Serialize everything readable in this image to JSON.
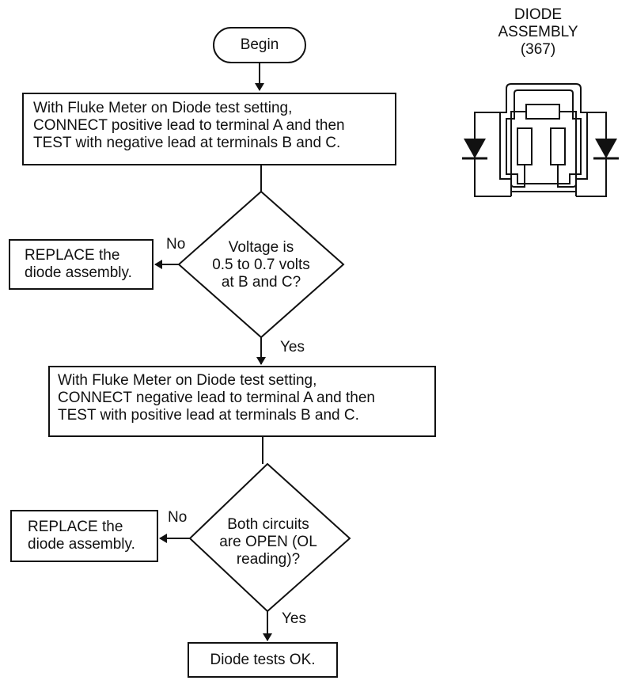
{
  "flowchart": {
    "start": "Begin",
    "step1": [
      "With Fluke Meter on Diode test setting,",
      "CONNECT positive lead to terminal A and then",
      "TEST with negative lead at terminals B and C."
    ],
    "decision1": [
      "Voltage is",
      "0.5 to 0.7 volts",
      "at B and C?"
    ],
    "decision1_no": "No",
    "decision1_yes": "Yes",
    "replace1": [
      "REPLACE the",
      "diode assembly."
    ],
    "step2": [
      "With Fluke Meter on Diode test setting,",
      "CONNECT negative lead to terminal A and then",
      "TEST with positive lead at terminals B and C."
    ],
    "decision2": [
      "Both circuits",
      "are OPEN (OL",
      "reading)?"
    ],
    "decision2_no": "No",
    "decision2_yes": "Yes",
    "replace2": [
      "REPLACE the",
      "diode assembly."
    ],
    "end": "Diode tests OK."
  },
  "assembly": {
    "title": [
      "DIODE",
      "ASSEMBLY",
      "(367)"
    ]
  }
}
